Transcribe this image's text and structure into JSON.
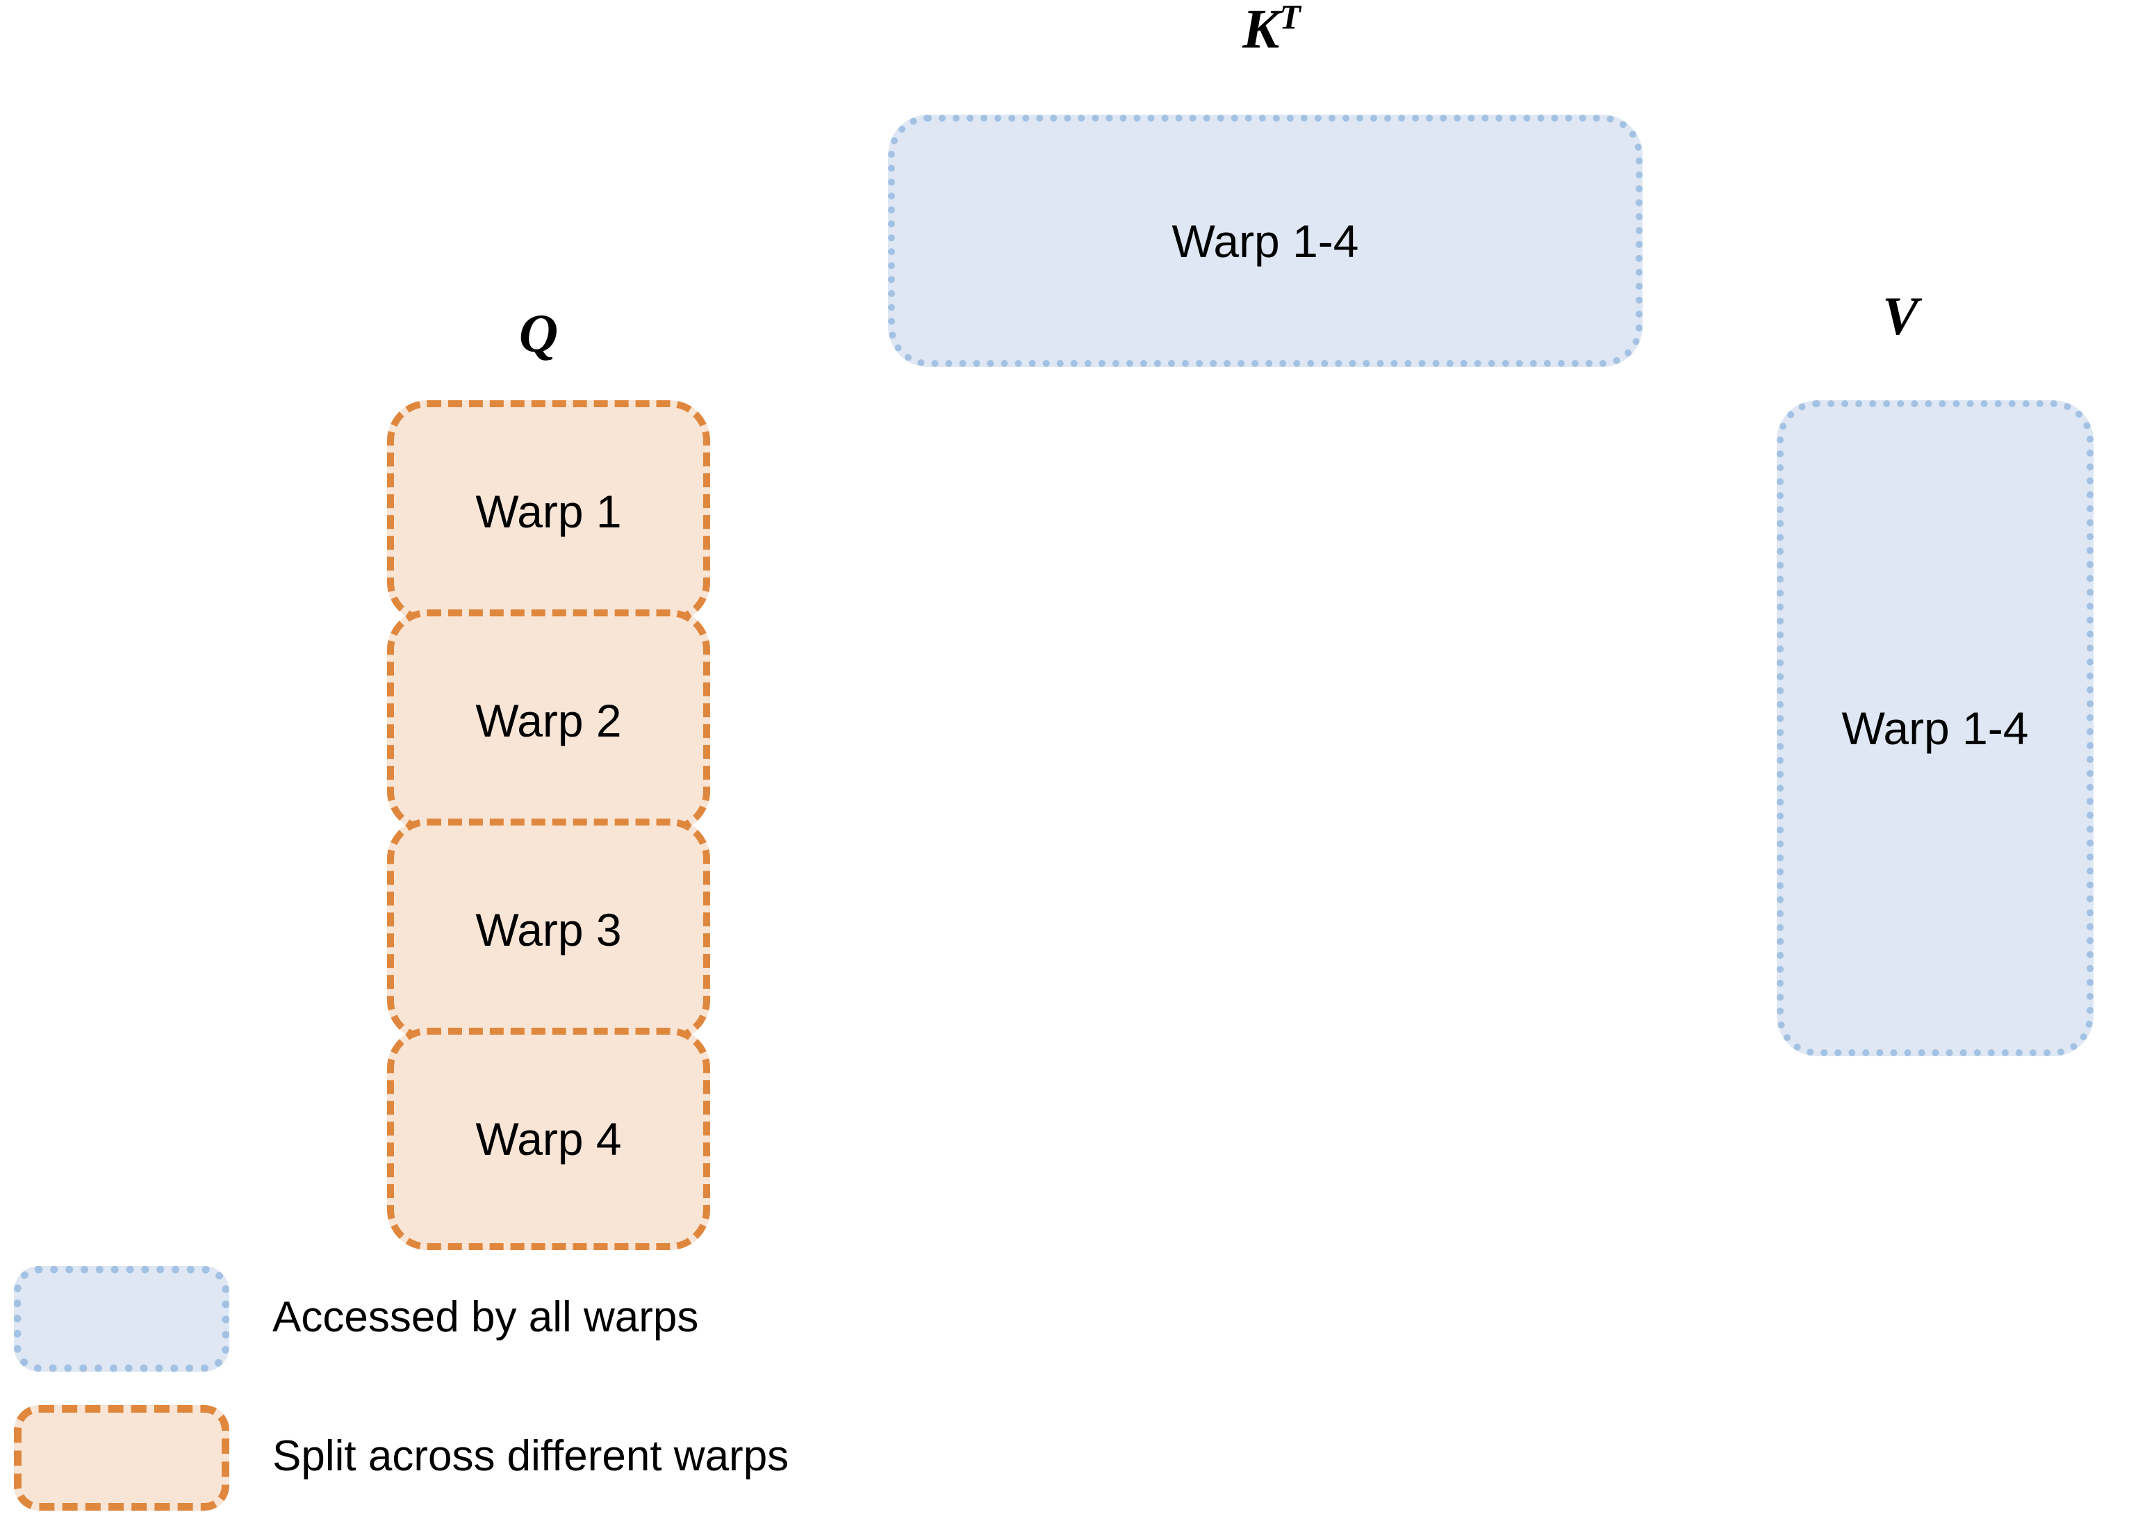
{
  "diagram": {
    "title_visible": false,
    "background_color": "#ffffff",
    "palette": {
      "blue_fill": "#dee7f3",
      "blue_border": "#a3c2e3",
      "orange_fill": "#f8e5d6",
      "orange_border": "#e0873e",
      "text": "#000000"
    },
    "matrices": [
      {
        "id": "q",
        "label_base": "Q",
        "label_sup": "",
        "style": "orange-dashed",
        "access": "split",
        "blocks": [
          {
            "label": "Warp 1"
          },
          {
            "label": "Warp 2"
          },
          {
            "label": "Warp 3"
          },
          {
            "label": "Warp 4"
          }
        ]
      },
      {
        "id": "kt",
        "label_base": "K",
        "label_sup": "T",
        "style": "blue-dotted",
        "access": "all",
        "blocks": [
          {
            "label": "Warp 1-4"
          }
        ]
      },
      {
        "id": "v",
        "label_base": "V",
        "label_sup": "",
        "style": "blue-dotted",
        "access": "all",
        "blocks": [
          {
            "label": "Warp 1-4"
          }
        ]
      }
    ],
    "legend": {
      "items": [
        {
          "swatch": "blue-dotted",
          "label": "Accessed by all warps"
        },
        {
          "swatch": "orange-dashed",
          "label": "Split across different warps"
        }
      ]
    }
  }
}
